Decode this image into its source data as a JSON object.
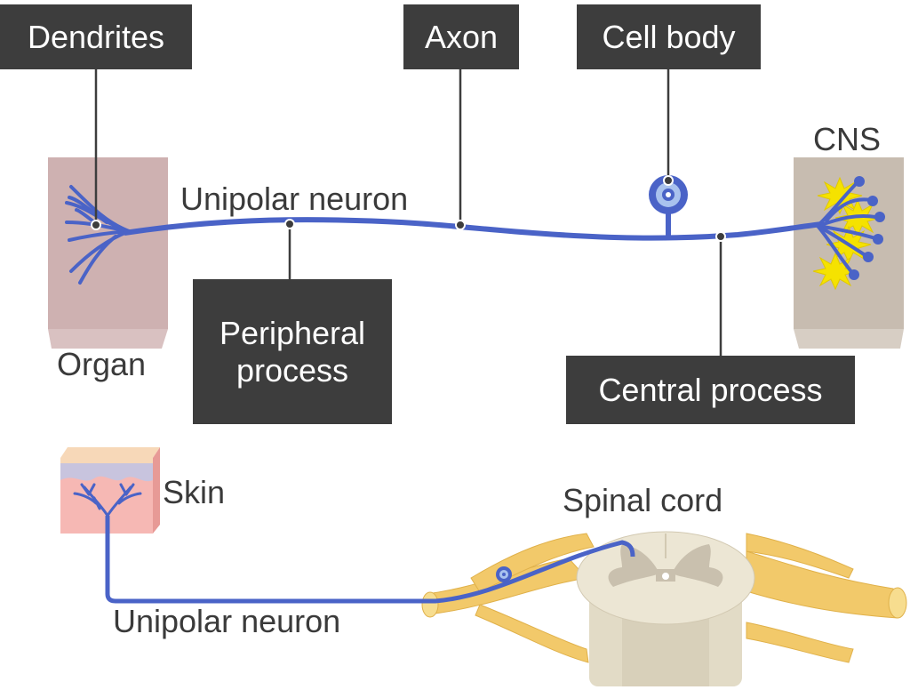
{
  "labels": {
    "dendrites": "Dendrites",
    "axon": "Axon",
    "cell_body": "Cell body",
    "peripheral_process": "Peripheral\nprocess",
    "central_process": "Central process",
    "unipolar_neuron_top": "Unipolar neuron",
    "organ": "Organ",
    "cns": "CNS",
    "skin": "Skin",
    "spinal_cord": "Spinal cord",
    "unipolar_neuron_bottom": "Unipolar neuron"
  },
  "colors": {
    "neuron": "#4a63c7",
    "label_box": "#3d3d3d",
    "organ": "#c9a9a9",
    "cns": "#c7bcb0",
    "skin_top": "#f7d8b8",
    "skin_mid": "#c8c4de",
    "skin_body": "#f6b8b4",
    "nerve": "#f2c96a",
    "spinal_white": "#e7e2cf",
    "spinal_grey": "#c9c0ae",
    "synapse": "#f5e200"
  }
}
